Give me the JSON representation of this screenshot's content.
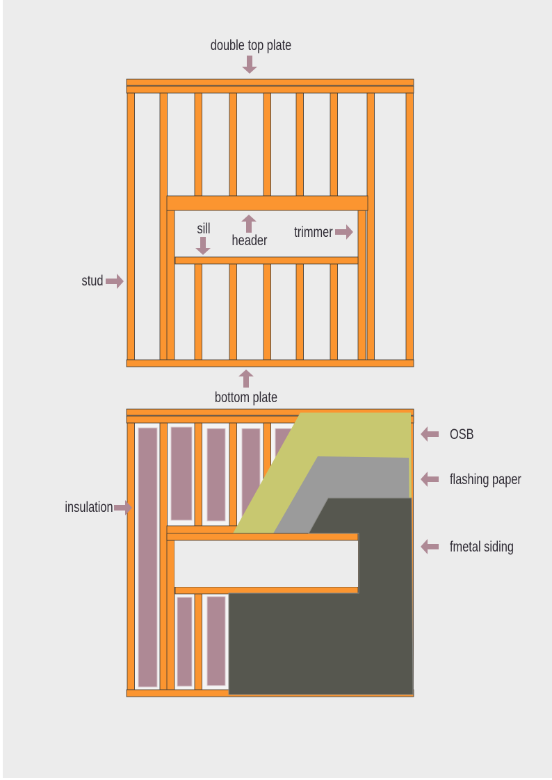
{
  "labels": {
    "double_top_plate": "double top plate",
    "sill": "sill",
    "header": "header",
    "trimmer": "trimmer",
    "stud": "stud",
    "bottom_plate": "bottom plate",
    "insulation": "insulation",
    "osb": "OSB",
    "flashing_paper": "flashing paper",
    "metal_siding": "fmetal siding"
  },
  "colors": {
    "background": "#ececec",
    "lumber": "#fb9530",
    "lumber_outline": "#333333",
    "insulation": "#ae8995",
    "bay": "#f4f4f4",
    "osb": "#c8c870",
    "flashing_paper": "#9b9b9b",
    "metal_siding": "#56574f",
    "arrow": "#ae8995",
    "text": "#2e2a33"
  }
}
